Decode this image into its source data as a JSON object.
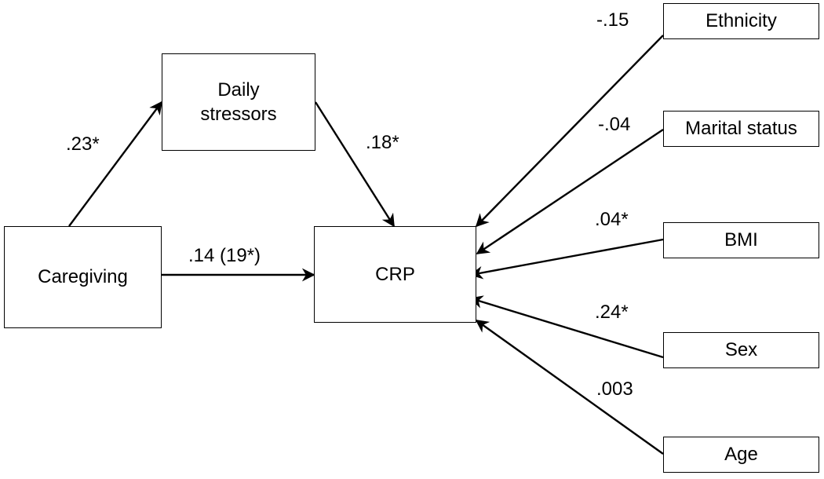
{
  "nodes": {
    "caregiving": "Caregiving",
    "daily_stressors_line1": "Daily",
    "daily_stressors_line2": "stressors",
    "crp": "CRP",
    "ethnicity": "Ethnicity",
    "marital_status": "Marital status",
    "bmi": "BMI",
    "sex": "Sex",
    "age": "Age"
  },
  "edges": {
    "caregiving_to_stressors": ".23*",
    "stressors_to_crp": ".18*",
    "caregiving_to_crp": ".14 (19*)",
    "ethnicity_to_crp": "-.15",
    "marital_to_crp": "-.04",
    "bmi_to_crp": ".04*",
    "sex_to_crp": ".24*",
    "age_to_crp": ".003"
  },
  "colors": {
    "line": "#000000",
    "background": "#ffffff"
  }
}
